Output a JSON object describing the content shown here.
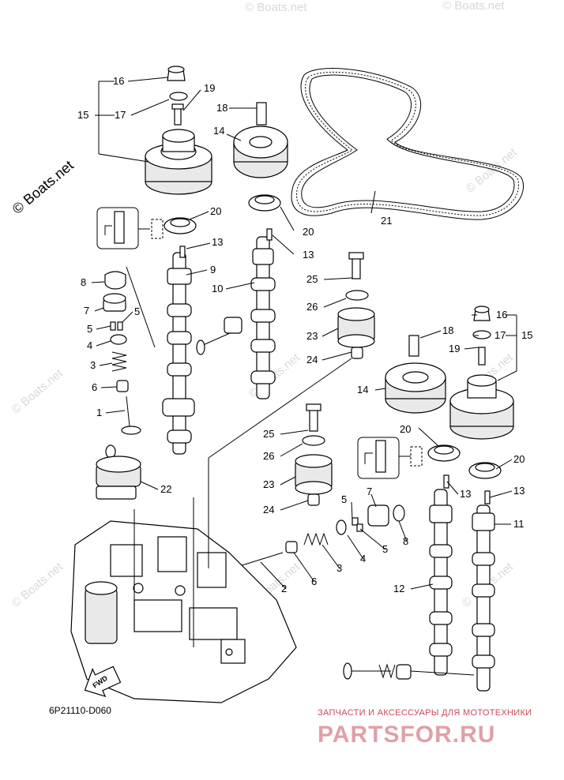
{
  "watermark": {
    "main": "© Boats.net",
    "faint": "© Boats.net"
  },
  "diagram_code": "6P21110-D060",
  "direction_label": "FWD",
  "shop_banner": {
    "tagline": "ЗАПЧАСТИ И АКСЕССУАРЫ ДЛЯ МОТОТЕХНИКИ",
    "logo": "PARTSFOR.RU"
  },
  "callouts": {
    "c1": "1",
    "c2": "2",
    "c3a": "3",
    "c3b": "3",
    "c4a": "4",
    "c4b": "4",
    "c5a": "5",
    "c5b": "5",
    "c5c": "5",
    "c5d": "5",
    "c6a": "6",
    "c6b": "6",
    "c7a": "7",
    "c7b": "7",
    "c8a": "8",
    "c8b": "8",
    "c9": "9",
    "c10": "10",
    "c11": "11",
    "c12": "12",
    "c13a": "13",
    "c13b": "13",
    "c13c": "13",
    "c13d": "13",
    "c14a": "14",
    "c14b": "14",
    "c15a": "15",
    "c15b": "15",
    "c16a": "16",
    "c16b": "16",
    "c17a": "17",
    "c17b": "17",
    "c18a": "18",
    "c18b": "18",
    "c19a": "19",
    "c19b": "19",
    "c20a": "20",
    "c20b": "20",
    "c20c": "20",
    "c20d": "20",
    "c21": "21",
    "c22": "22",
    "c23a": "23",
    "c23b": "23",
    "c24a": "24",
    "c24b": "24",
    "c25a": "25",
    "c25b": "25",
    "c26a": "26",
    "c26b": "26"
  }
}
